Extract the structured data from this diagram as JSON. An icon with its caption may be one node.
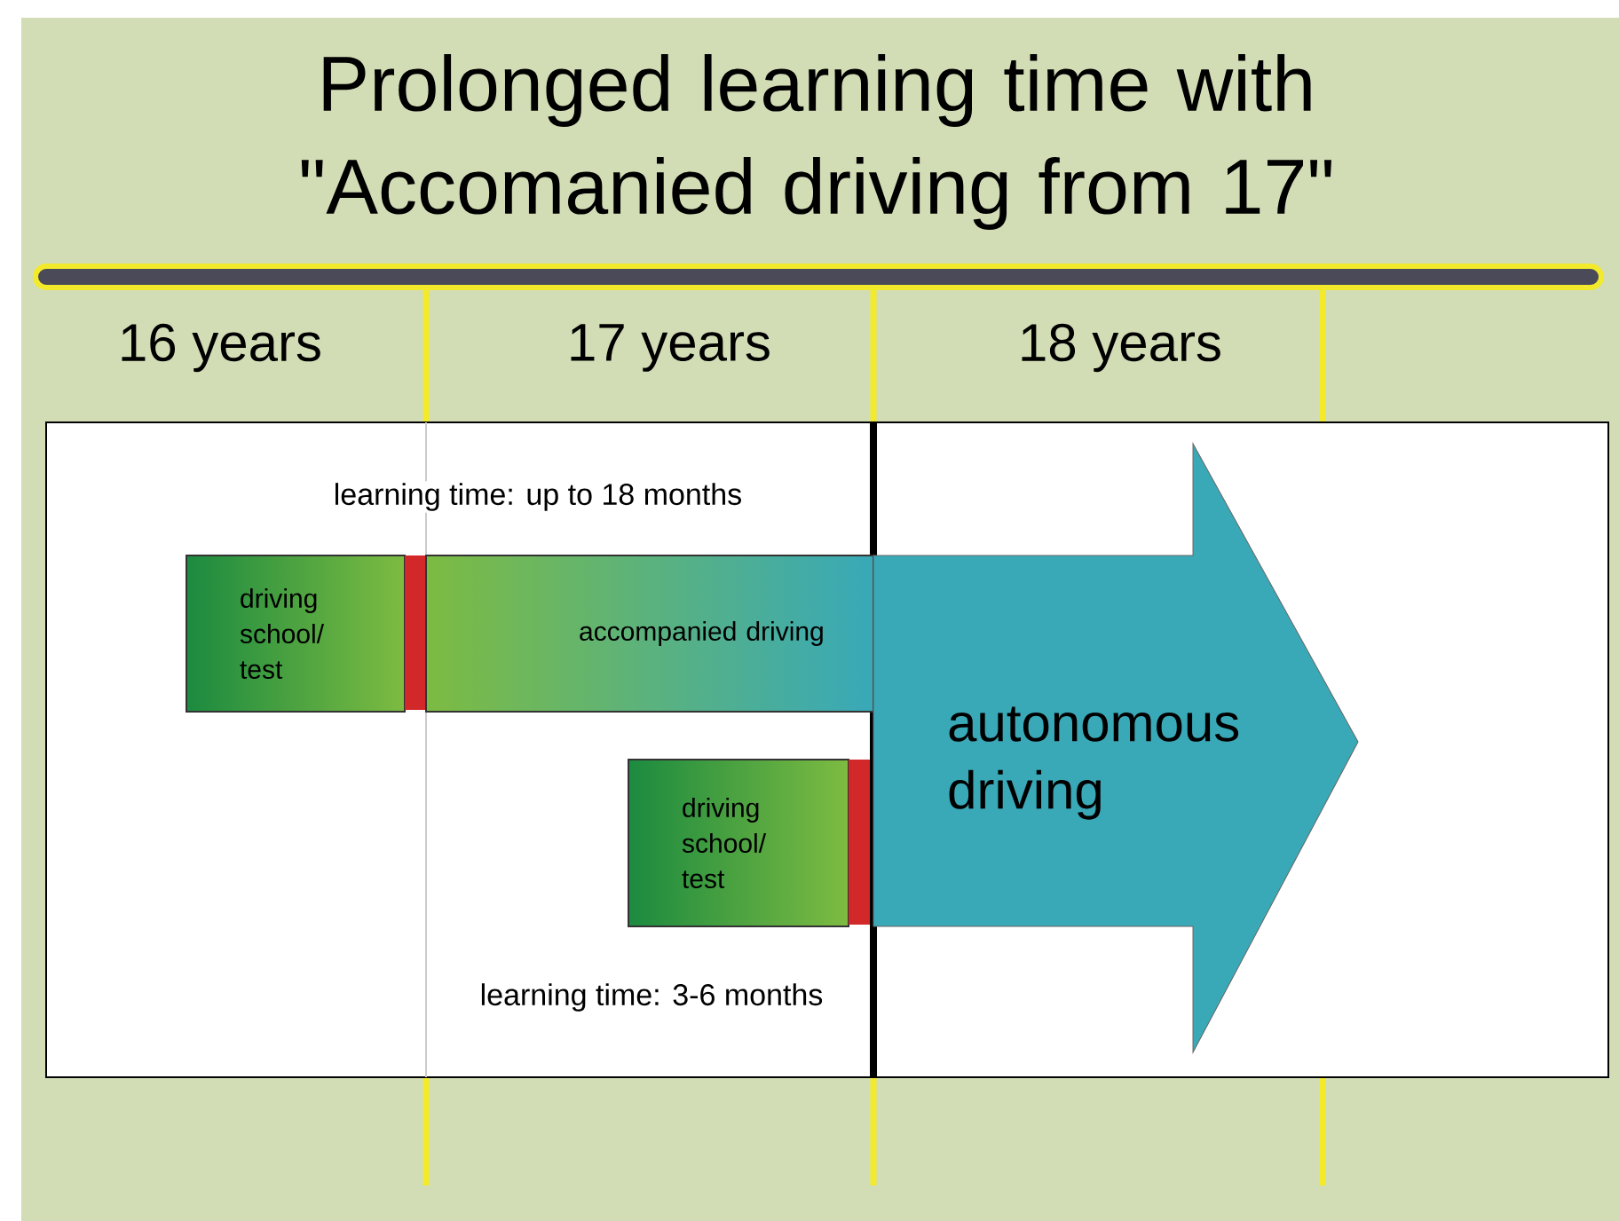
{
  "diagram": {
    "title": "Prolonged learning time with \"Accomanied driving from 17\"",
    "nodes": [
      {
        "text": [
          "learning time: up to 18 months",
          "learning time: 3-6 months"
        ]
      },
      {
        "text": [
          "driving school/ test"
        ],
        "in": 0
      },
      {
        "text": [
          "accompanied driving"
        ],
        "in": 0
      },
      {
        "text": [
          "driving school/ test"
        ],
        "in": 0
      },
      {
        "text": [
          "autonomous driving"
        ],
        "in": 0
      }
    ],
    "labels": [
      "16 years",
      "17 years",
      "18 years"
    ]
  }
}
